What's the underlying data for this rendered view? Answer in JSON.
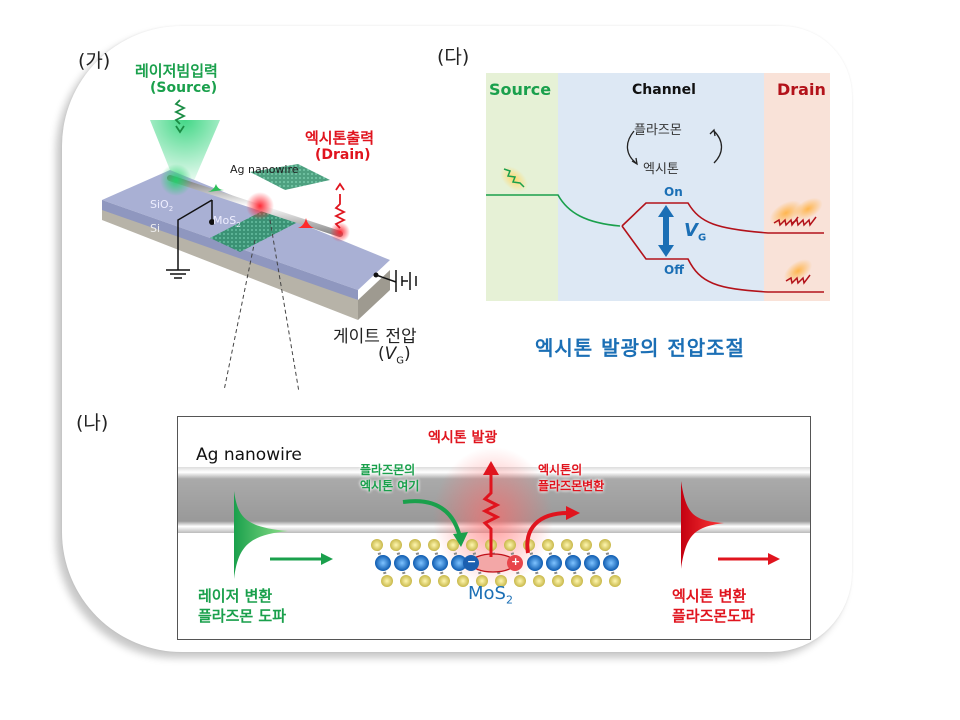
{
  "panel_a": {
    "label": "(가)",
    "laser_input_title": "레이저빔입력",
    "laser_input_sub": "(Source)",
    "exciton_output_title": "엑시톤출력",
    "exciton_output_sub": "(Drain)",
    "nanowire_label": "Ag nanowire",
    "sio2_label": "SiO",
    "sio2_sub": "2",
    "si_label": "Si",
    "mos2_label": "MoS",
    "mos2_sub": "2",
    "gate_label": "게이트 전압",
    "gate_symbol": "V",
    "gate_symbol_sub": "G"
  },
  "panel_b": {
    "label": "(나)",
    "nanowire_label": "Ag nanowire",
    "exciton_emission": "엑시톤 발광",
    "plasmon_exciton_line1": "플라즈몬의",
    "plasmon_exciton_line2": "엑시톤 여기",
    "exciton_plasmon_line1": "엑시톤의",
    "exciton_plasmon_line2": "플라즈몬변환",
    "laser_conv_line1": "레이저 변환",
    "laser_conv_line2": "플라즈몬 도파",
    "exciton_conv_line1": "엑시톤 변환",
    "exciton_conv_line2": "플라즈몬도파",
    "mos2_label": "MoS",
    "mos2_sub": "2",
    "minus": "−",
    "plus": "+"
  },
  "panel_c": {
    "label": "(다)",
    "source": "Source",
    "channel": "Channel",
    "drain": "Drain",
    "plasmon": "플라즈몬",
    "exciton": "엑시톤",
    "on": "On",
    "off": "Off",
    "vg": "V",
    "vg_sub": "G",
    "caption": "엑시톤 발광의 전압조절"
  },
  "colors": {
    "green": "#1aa04c",
    "red": "#e0141e",
    "dark_red": "#b3121a",
    "blue": "#1b6fb5",
    "source_bg": "#e6f1d6",
    "channel_bg": "#dde8f4",
    "drain_bg": "#f9e2d8"
  }
}
